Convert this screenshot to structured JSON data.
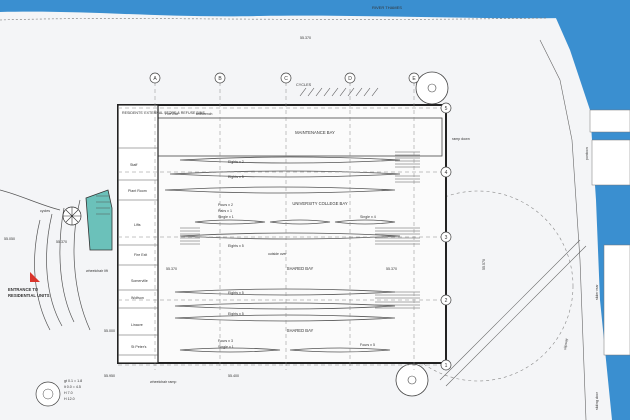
{
  "river": {
    "water_color": "#3a8fd0",
    "label": "RIVER THAMES"
  },
  "grid": {
    "columns": [
      "A",
      "B",
      "C",
      "D",
      "E"
    ],
    "rows": [
      "5",
      "4",
      "3",
      "2",
      "1"
    ]
  },
  "rooms": {
    "residents_store": "RESIDENTS' EXTERNAL STORE & REFUSE BINS",
    "fire_exit_top": "Fire Exit",
    "workbench": "workbench",
    "staff": "Staff",
    "plant_room": "Plant Room",
    "lifts": "Lifts",
    "fire_exit_mid": "Fire Exit",
    "somerville": "Somerville",
    "wolfson": "Wolfson",
    "linacre": "Linacre",
    "st_peters": "St Peter's",
    "wheelchair_lift": "wheelchair lift",
    "wheelchair_ramp": "wheelchair ramp",
    "cycles_top": "CYCLES",
    "cycles_left": "cycles",
    "ramp_down": "ramp down"
  },
  "bays": {
    "maintenance": "MAINTENANCE BAY",
    "university_college": "UNIVERSITY COLLEGE BAY",
    "shared_1": "SHARED BAY",
    "shared_2": "SHARED BAY"
  },
  "boats": [
    "Eights x 2",
    "Eights x 5",
    "Fours x 2",
    "Pairs x 1",
    "Single x 1",
    "Single x 4",
    "Eights x 5",
    "Eights x 5",
    "Eights x 5",
    "Fours x 3",
    "Single x 1",
    "Fours x 5",
    "outside over"
  ],
  "levels": {
    "l1": "55.370",
    "l2": "55.370",
    "l3": "55.370",
    "l4": "55.000",
    "l5": "55.950",
    "l6": "55.400",
    "l7": "55.570",
    "l8": "55.050",
    "l9": "55.370"
  },
  "entrance_label": [
    "ENTRANCE TO",
    "RESIDENTIAL UNITS"
  ],
  "entrance_color": "#d9342b",
  "key": [
    "gt 0.1 = 1.8",
    "lt 0.0 = 4.5",
    "H 7.0",
    "H 12.0"
  ],
  "margin_labels": [
    "pontoon",
    "slipway",
    "slider rear",
    "sliding door"
  ]
}
